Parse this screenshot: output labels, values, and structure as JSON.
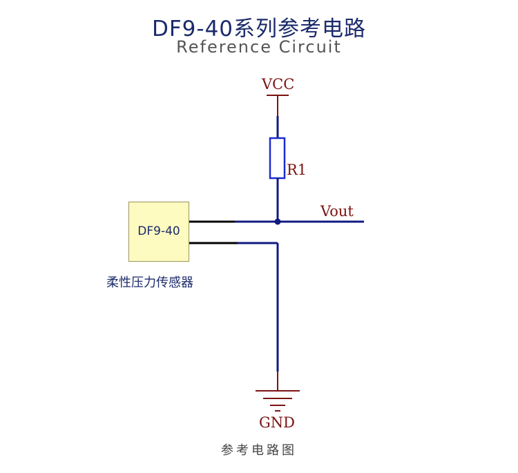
{
  "header": {
    "title": "DF9-40系列参考电路",
    "subtitle": "Reference Circuit"
  },
  "circuit": {
    "power_label": "VCC",
    "resistor_label": "R1",
    "output_label": "Vout",
    "ground_label": "GND",
    "sensor_model": "DF9-40",
    "sensor_caption": "柔性压力传感器"
  },
  "footer": {
    "caption": "参考电路图"
  },
  "colors": {
    "wire": "#101a80",
    "sensor_lead": "#000000",
    "power_symbol": "#7a1212",
    "resistor": "#1a2bd0",
    "sensor_fill": "#fdfbc0",
    "title_text": "#1b2a6b"
  }
}
